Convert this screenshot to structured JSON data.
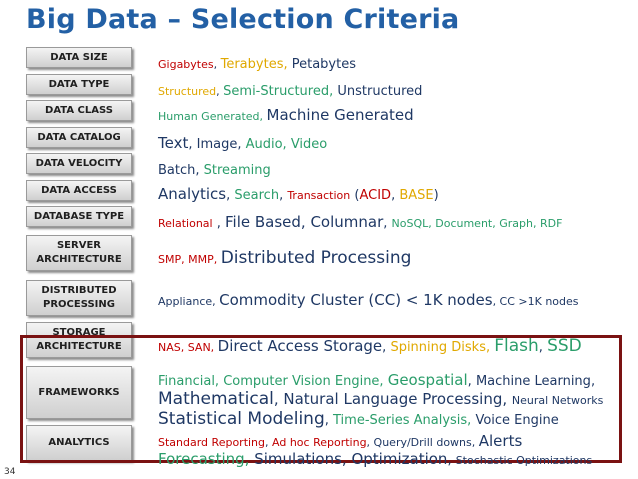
{
  "title": "Big Data – Selection Criteria",
  "page_number": "34",
  "labels": [
    "DATA SIZE",
    "DATA TYPE",
    "DATA CLASS",
    "DATA CATALOG",
    "DATA VELOCITY",
    "DATA ACCESS",
    "DATABASE TYPE",
    "SERVER\nARCHITECTURE",
    "DISTRIBUTED\nPROCESSING",
    "STORAGE\nARCHITECTURE",
    "FRAMEWORKS",
    "ANALYTICS"
  ],
  "rows": {
    "size": [
      "Gigabytes",
      ", ",
      "Terabytes, ",
      "Petabytes"
    ],
    "type": [
      "Structured",
      ", ",
      "Semi-Structured, ",
      "Unstructured"
    ],
    "class": [
      "Human Generated, ",
      "Machine Generated"
    ],
    "catalog": [
      "Text",
      ", Image, ",
      "Audio, ",
      "Video"
    ],
    "velocity": [
      "Batch, ",
      "Streaming"
    ],
    "access": [
      "Analytics",
      ", ",
      "Search",
      ", ",
      "Transaction",
      " (",
      "ACID",
      ", ",
      "BASE",
      ")"
    ],
    "dbtype": [
      "Relational",
      " , ",
      "File Based, Columnar",
      ", ",
      "NoSQL, Document, Graph, RDF"
    ],
    "server": [
      "SMP, MMP, ",
      "Distributed Processing"
    ],
    "distributed": [
      "Appliance, ",
      "Commodity Cluster (CC) < 1K nodes",
      ", CC >1K nodes"
    ],
    "storage": [
      "NAS, SAN, ",
      "Direct Access Storage",
      ", ",
      "Spinning Disks, ",
      "Flash",
      ", ",
      "SSD"
    ],
    "fw1": [
      "Financial, Computer Vision Engine, ",
      "Geospatial",
      ", ",
      "Machine Learning",
      ","
    ],
    "fw2": [
      "Mathematical",
      ", Natural Language Processing, ",
      "Neural Networks"
    ],
    "fw3": [
      "Statistical Modeling",
      ", ",
      "Time-Series Analysis, ",
      "Voice Engine"
    ],
    "an1": [
      "Standard Reporting",
      ", ",
      "Ad hoc Reporting",
      ", Query/Drill downs, ",
      "Alerts"
    ],
    "an2": [
      "Forecasting, ",
      "Simulations, Optimization",
      ", ",
      "Stochastic Optimizations"
    ]
  },
  "colors": {
    "title": "#2360a5",
    "accent_red": "#c00000",
    "gold": "#e0a800",
    "green": "#2a9d6a",
    "navy": "#1f3864",
    "frame": "#7a1212"
  }
}
